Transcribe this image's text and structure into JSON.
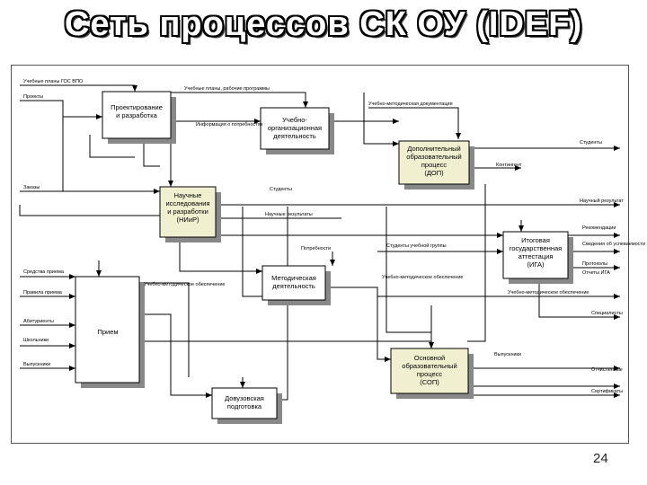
{
  "title": "Сеть процессов СК ОУ (IDEF)",
  "page_number": "24",
  "boxes": {
    "design": [
      "Проектирование",
      "и разработка"
    ],
    "educorg": [
      "Учебно-",
      "организационная",
      "деятельность"
    ],
    "dop": [
      "Дополнительный",
      "образовательный",
      "процесс",
      "(ДОП)"
    ],
    "nir": [
      "Научные",
      "исследования",
      "и разработки",
      "(НИиР)"
    ],
    "method": [
      "Методическая",
      "деятельность"
    ],
    "iga": [
      "Итоговая",
      "государственная",
      "аттестация",
      "(ИГА)"
    ],
    "admission": [
      "Прием"
    ],
    "sop": [
      "Основной",
      "образовательный",
      "процесс",
      "(СОП)"
    ],
    "preuniv": [
      "Довузовская",
      "подготовка"
    ]
  },
  "labels": {
    "inputs": {
      "gos": "Учебные планы ГОС ВПО",
      "requests": "Проекты",
      "grants": "Заказы",
      "means": "Средства приема",
      "rules": "Правила приема",
      "applicants": "Абитуриенты",
      "pupils": "Школьники",
      "graduates_school": "Выпускники"
    },
    "internal": {
      "programs": "Учебные планы, рабочие программы",
      "info": "Информация о потребностях",
      "edu_docs": "Учебно-методическая документация",
      "needs": "Потребности",
      "sci_result": "Научные результаты",
      "students_in": "Студенты",
      "teaching_res": "Учебно-методическое обеспечение",
      "teaching_res2": "Учебно-методическое обеспечение",
      "contingent": "Контингент",
      "graduates": "Выпускники",
      "graduates2": "Выпускники",
      "cohort": "Студенты учебной группы"
    },
    "outputs": {
      "students": "Студенты",
      "sci": "Научный результат",
      "recommendations": "Рекомендации",
      "diplomas": "Сведения об успеваемости",
      "protocols": "Протоколы",
      "grad_report": "Отчеты ИГА",
      "edu_support": "Учебно-методическое обеспечение",
      "specialists": "Специалисты",
      "dismissed": "Отчисленные",
      "certificates": "Сертификаты"
    }
  }
}
